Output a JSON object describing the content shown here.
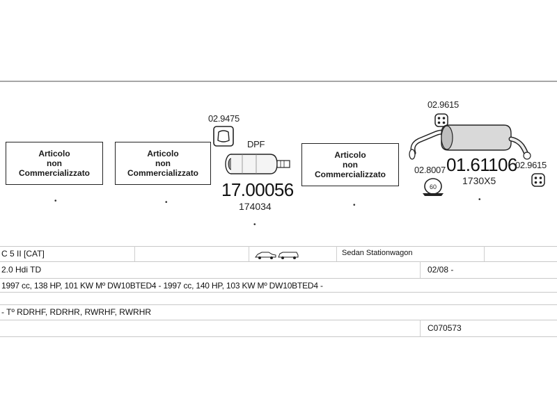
{
  "diagram": {
    "unavailable_boxes": [
      {
        "line1": "Articolo",
        "line2": "non",
        "line3": "Commercializzato"
      },
      {
        "line1": "Articolo",
        "line2": "non",
        "line3": "Commercializzato"
      },
      {
        "line1": "Articolo",
        "line2": "non",
        "line3": "Commercializzato"
      }
    ],
    "gasket_code": "02.9475",
    "dpf_label": "DPF",
    "dpf_code": "17.00056",
    "dpf_subcode": "174034",
    "hanger_code_top": "02.9615",
    "rear_box_code": "01.61106",
    "rear_box_subcode": "1730X5",
    "clamp_code": "02.8007",
    "clamp_size": "60",
    "hanger_code_right": "02.9615"
  },
  "vehicle": {
    "model": "C 5 II  [CAT]",
    "body_types": "Sedan  Stationwagon",
    "engine": "2.0 Hdi TD",
    "date": "02/08 -",
    "specs": "1997 cc, 138 HP, 101 KW Mº DW10BTED4 - 1997 cc, 140 HP, 103 KW Mº DW10BTED4 -",
    "types": "- Tº RDRHF, RDRHR, RWRHF, RWRHR",
    "code": "C070573"
  },
  "colors": {
    "line": "#c8c8c8",
    "ink": "#1a1a1a"
  }
}
